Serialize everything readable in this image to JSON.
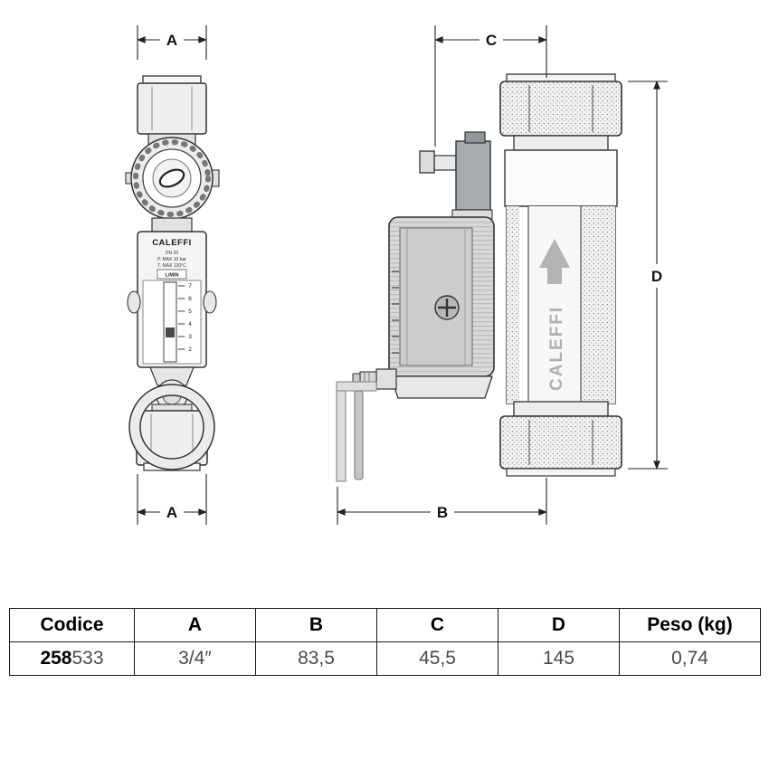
{
  "drawing": {
    "dimensions": {
      "a_top": "A",
      "a_bottom": "A",
      "b": "B",
      "c": "C",
      "d": "D"
    },
    "front_view": {
      "brand": "CALEFFI",
      "spec_line_1": "DN 20",
      "spec_line_2": "P. MAX 10 bar",
      "spec_line_3": "T. MAX 130°C",
      "unit_label": "L/MIN",
      "scale_ticks": [
        "7",
        "6",
        "5",
        "4",
        "3",
        "2"
      ]
    },
    "side_view": {
      "brand": "CALEFFI"
    }
  },
  "table": {
    "headers": [
      "Codice",
      "A",
      "B",
      "C",
      "D",
      "Peso (kg)"
    ],
    "row": {
      "code_prefix": "258",
      "code_suffix": "533",
      "a": "3/4″",
      "b": "83,5",
      "c": "45,5",
      "d": "145",
      "peso": "0,74"
    }
  }
}
